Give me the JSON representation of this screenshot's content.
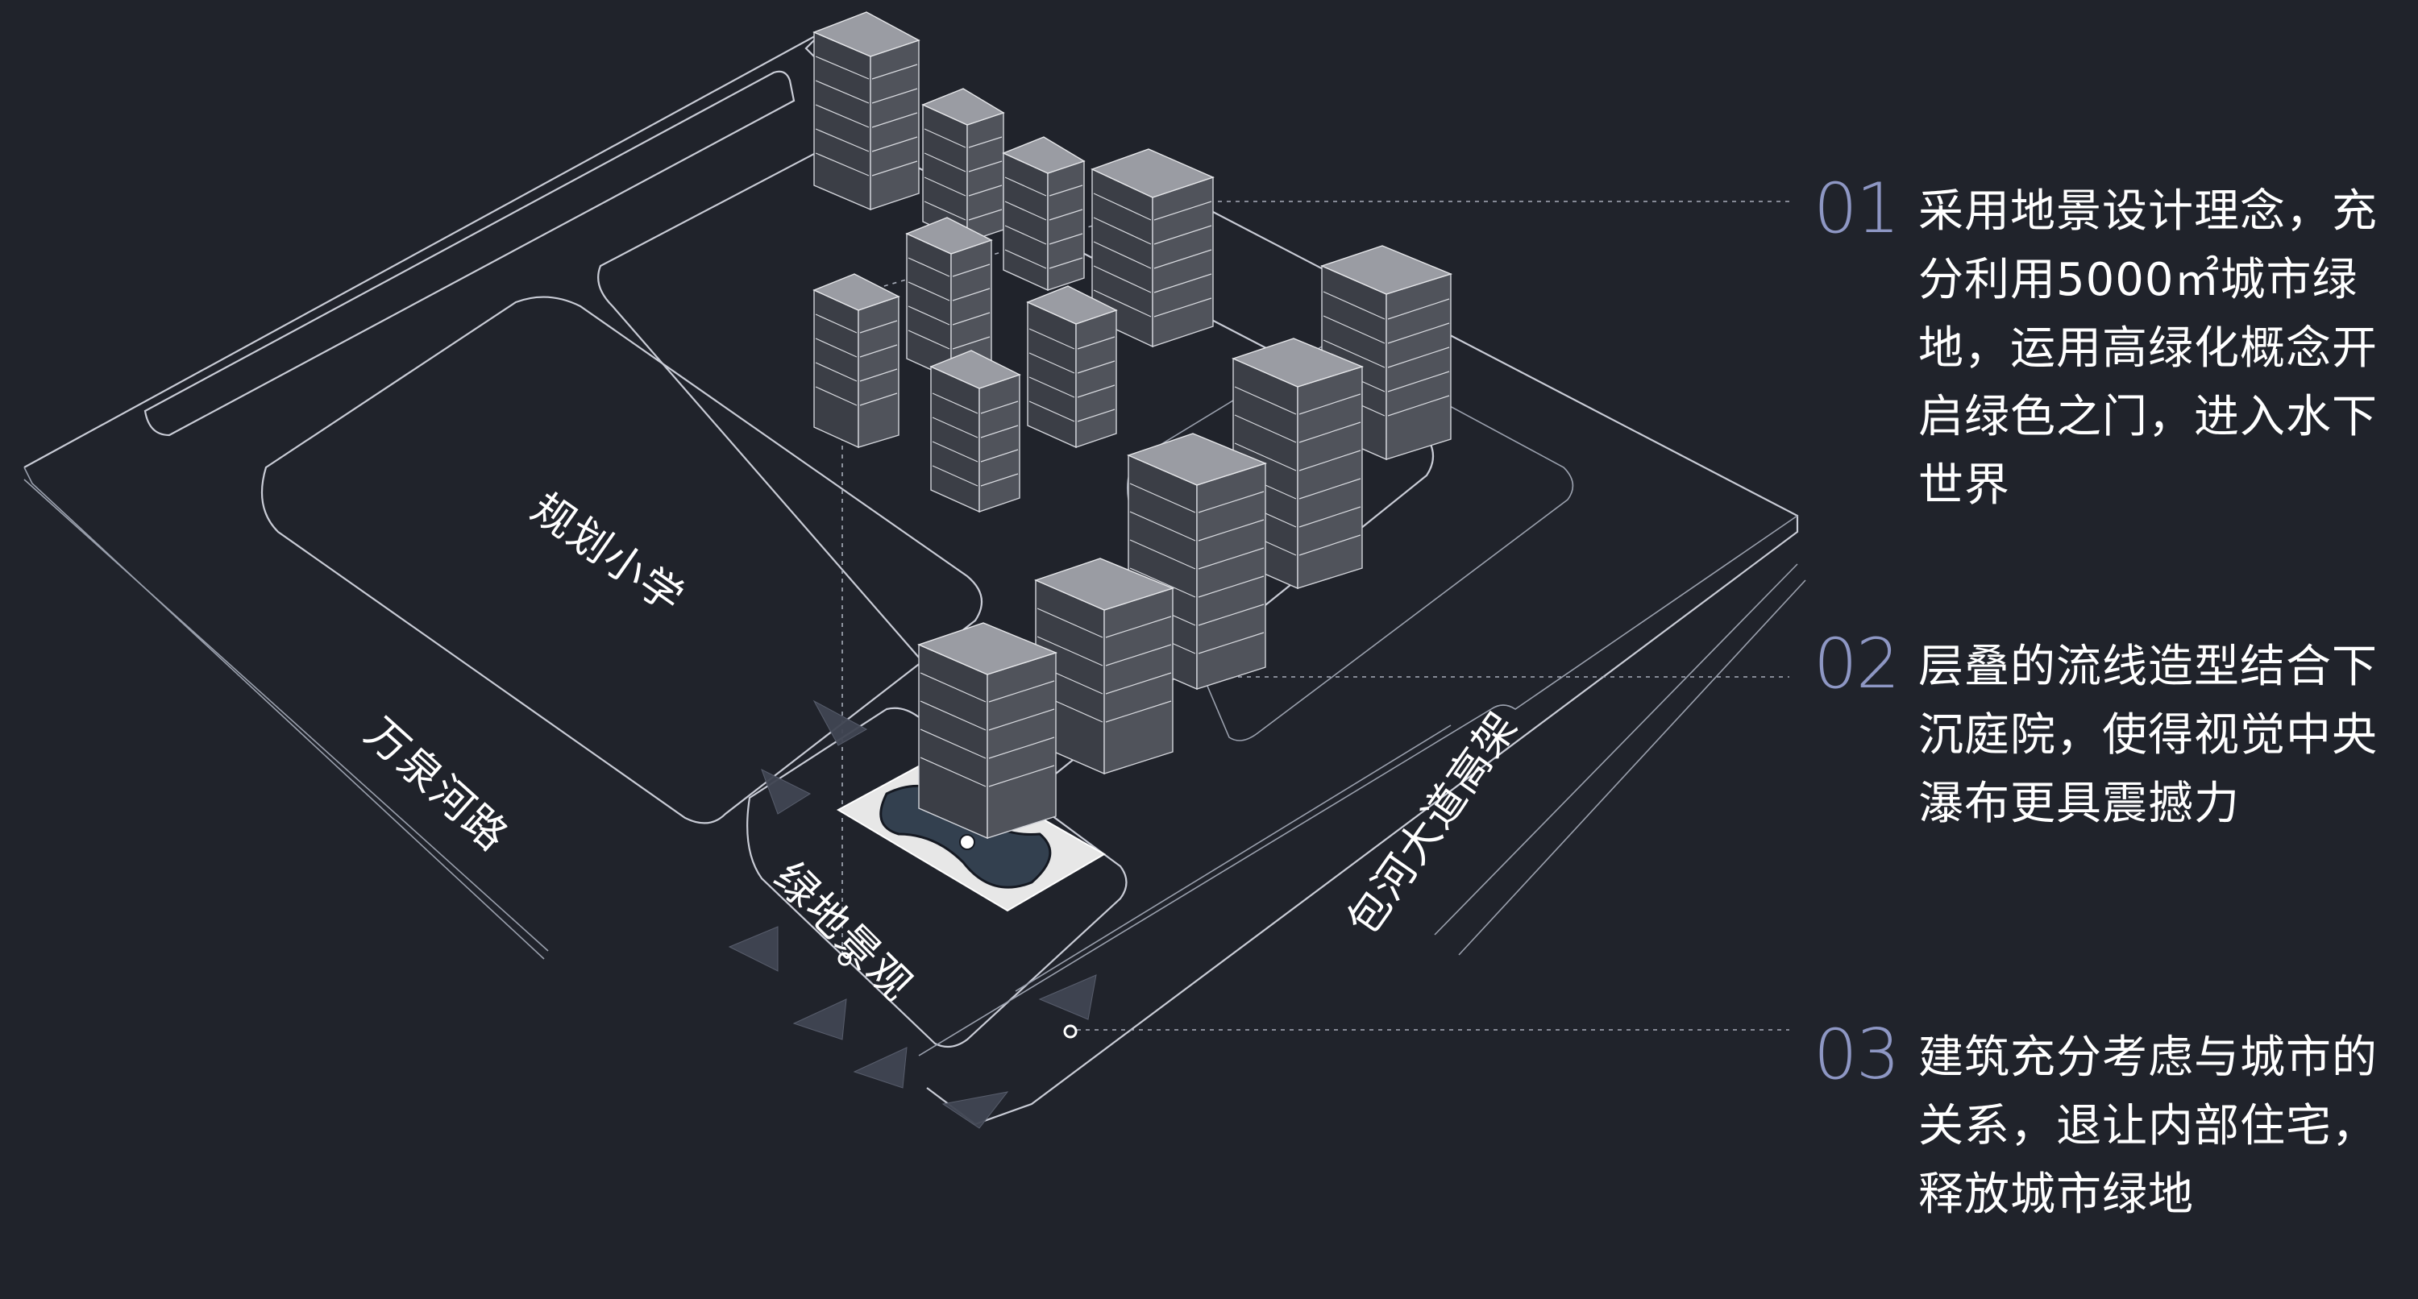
{
  "map_labels": {
    "school": "规划小学",
    "road_left": "万泉河路",
    "road_right": "包河大道高架",
    "green": "绿地景观"
  },
  "notes": [
    {
      "num": "01",
      "text": "采用地景设计理念，充分利用5000㎡城市绿地，运用高绿化概念开启绿色之门，进入水下世界"
    },
    {
      "num": "02",
      "text": "层叠的流线造型结合下沉庭院，使得视觉中央瀑布更具震撼力"
    },
    {
      "num": "03",
      "text": "建筑充分考虑与城市的关系，退让内部住宅，释放城市绿地"
    }
  ],
  "colors": {
    "background": "#20232b",
    "accent_number": "#8e97c4",
    "line": "#c9ccd6",
    "text": "#ffffff"
  }
}
